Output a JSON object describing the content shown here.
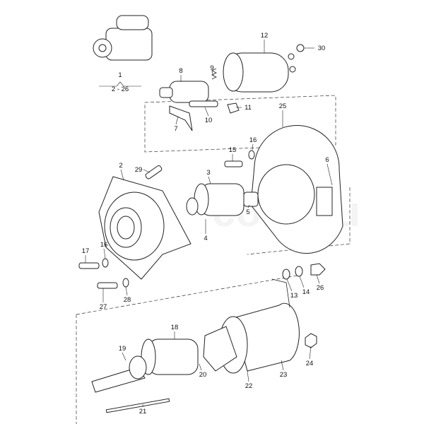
{
  "diagram": {
    "title_group": {
      "main": "1",
      "range": "2 - 26"
    },
    "watermark": "com.au",
    "labels": {
      "p8": "8",
      "p9": "9",
      "p12": "12",
      "p30": "30",
      "p11": "11",
      "p10": "10",
      "p7": "7",
      "p25": "25",
      "p16a": "16",
      "p15": "15",
      "p2": "2",
      "p29": "29",
      "p3": "3",
      "p6": "6",
      "p5": "5",
      "p4": "4",
      "p17": "17",
      "p16b": "16",
      "p27": "27",
      "p28": "28",
      "p13": "13",
      "p14": "14",
      "p26": "26",
      "p18": "18",
      "p19": "19",
      "p20": "20",
      "p22": "22",
      "p23": "23",
      "p24": "24",
      "p21": "21"
    }
  }
}
